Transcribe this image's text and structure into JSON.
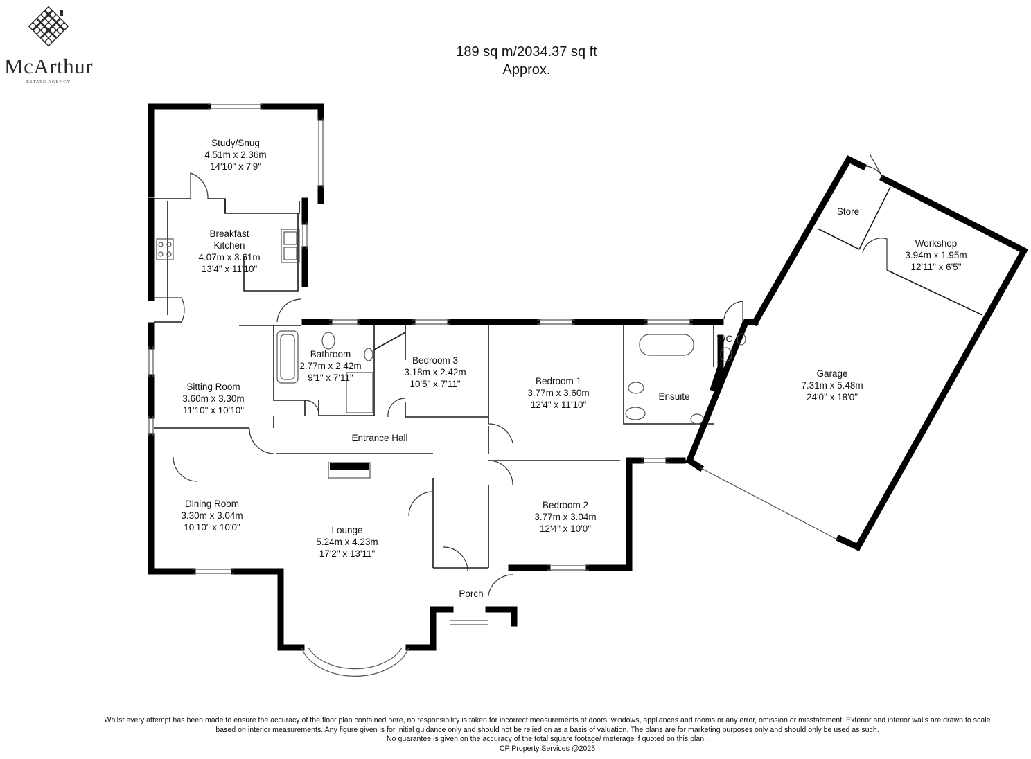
{
  "brand": {
    "name": "McArthur",
    "tagline": "ESTATE AGENCY"
  },
  "header": {
    "area_line": "189 sq m/2034.37 sq ft",
    "approx": "Approx."
  },
  "rooms": {
    "study": {
      "name": "Study/Snug",
      "metric": "4.51m x 2.36m",
      "imperial": "14'10\" x 7'9\""
    },
    "kitchen": {
      "name_1": "Breakfast",
      "name_2": "Kitchen",
      "metric": "4.07m x 3.61m",
      "imperial": "13'4\" x 11'10\""
    },
    "sitting": {
      "name": "Sitting Room",
      "metric": "3.60m x 3.30m",
      "imperial": "11'10\" x 10'10\""
    },
    "bathroom": {
      "name": "Bathroom",
      "metric": "2.77m x 2.42m",
      "imperial": "9'1\" x 7'11\""
    },
    "bedroom3": {
      "name": "Bedroom 3",
      "metric": "3.18m x 2.42m",
      "imperial": "10'5\" x 7'11\""
    },
    "bedroom1": {
      "name": "Bedroom 1",
      "metric": "3.77m x 3.60m",
      "imperial": "12'4\" x 11'10\""
    },
    "ensuite": {
      "name": "Ensuite"
    },
    "wc": {
      "name": "WC"
    },
    "store": {
      "name": "Store"
    },
    "workshop": {
      "name": "Workshop",
      "metric": "3.94m x 1.95m",
      "imperial": "12'11\" x 6'5\""
    },
    "garage": {
      "name": "Garage",
      "metric": "7.31m x 5.48m",
      "imperial": "24'0\" x 18'0\""
    },
    "hall": {
      "name": "Entrance Hall"
    },
    "dining": {
      "name": "Dining Room",
      "metric": "3.30m x 3.04m",
      "imperial": "10'10\" x 10'0\""
    },
    "lounge": {
      "name": "Lounge",
      "metric": "5.24m x 4.23m",
      "imperial": "17'2\" x 13'11\""
    },
    "bedroom2": {
      "name": "Bedroom 2",
      "metric": "3.77m x 3.04m",
      "imperial": "12'4\" x 10'0\""
    },
    "porch": {
      "name": "Porch"
    }
  },
  "footer": {
    "line1": "Whilst every attempt has been made to ensure the accuracy of the floor plan contained here, no responsibility is taken for incorrect measurements of doors, windows, appliances and rooms or any error, omission or misstatement. Exterior and interior walls are drawn to scale",
    "line2": "based on interior measurements. Any figure given is for initial guidance only and should not be relied on as a basis of valuation. The plans are for marketing purposes only and should only be used as such.",
    "line3": "No guarantee is given on the accuracy of the total square footage/ meterage if quoted on this plan..",
    "line4": "CP Property Services @2025"
  },
  "colors": {
    "wall": "#000000",
    "partition": "#1a1a1a",
    "fixture": "#555555",
    "background": "#ffffff"
  }
}
